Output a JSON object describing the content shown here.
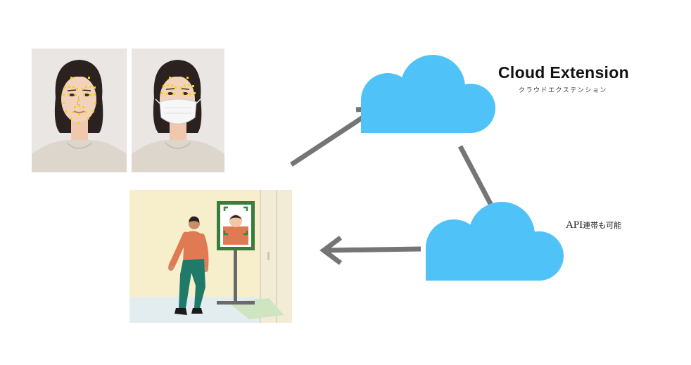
{
  "labels": {
    "cloud_extension": "Cloud Extension",
    "cloud_extension_kana": "クラウドエクステンション",
    "api_prefix": "API",
    "api_suffix": "連帯も可能"
  },
  "colors": {
    "cloud": "#4fc3f7",
    "arrow": "#757575",
    "landmark": "#f5d415",
    "kiosk_frame": "#3a7d3a",
    "wall": "#f7efcc",
    "shirt": "#e07a52",
    "pants": "#1f7a6a"
  },
  "icons": [
    "cloud-icon",
    "arrow-icon",
    "face-landmark-photo",
    "masked-face-photo",
    "kiosk-illustration"
  ]
}
